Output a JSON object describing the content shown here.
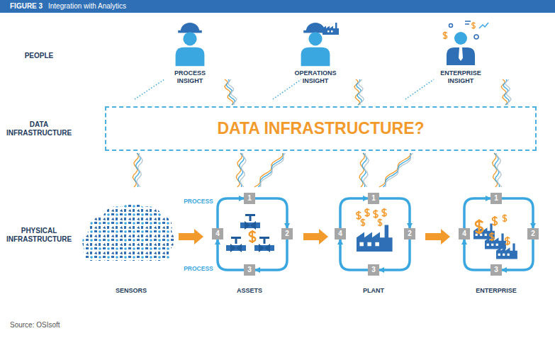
{
  "diagram": {
    "title": "Integration with Analytics",
    "caption": "Source: OSIsoft",
    "nodes": [
      {
        "text": [
          "DATA INFRASTRUCTURE?"
        ]
      },
      {
        "text": [
          "1"
        ]
      },
      {
        "text": [
          "2"
        ]
      },
      {
        "text": [
          "3"
        ]
      },
      {
        "text": [
          "4"
        ]
      },
      {
        "text": [
          "1"
        ]
      },
      {
        "text": [
          "2"
        ]
      },
      {
        "text": [
          "3"
        ]
      },
      {
        "text": [
          "4"
        ]
      },
      {
        "text": [
          "1"
        ]
      },
      {
        "text": [
          "2"
        ]
      },
      {
        "text": [
          "3"
        ]
      },
      {
        "text": [
          "4"
        ]
      }
    ],
    "edges": [
      {
        "from": 1,
        "to": 2,
        "arrow": "to"
      },
      {
        "from": 2,
        "to": 3,
        "arrow": "to"
      },
      {
        "from": 3,
        "to": 4,
        "arrow": "to"
      },
      {
        "from": 4,
        "to": 1,
        "arrow": "to"
      },
      {
        "from": 5,
        "to": 6,
        "arrow": "to"
      },
      {
        "from": 6,
        "to": 7,
        "arrow": "to"
      },
      {
        "from": 7,
        "to": 8,
        "arrow": "to"
      },
      {
        "from": 8,
        "to": 5,
        "arrow": "to"
      },
      {
        "from": 9,
        "to": 10,
        "arrow": "to"
      },
      {
        "from": 10,
        "to": 11,
        "arrow": "to"
      },
      {
        "from": 11,
        "to": 12,
        "arrow": "to"
      },
      {
        "from": 12,
        "to": 9,
        "arrow": "to"
      }
    ],
    "labels": [
      "FIGURE 3",
      "PEOPLE",
      "DATA INFRASTRUCTURE",
      "PHYSICAL INFRASTRUCTURE",
      "PROCESS INSIGHT",
      "OPERATIONS INSIGHT",
      "ENTERPRISE INSIGHT",
      "PROCESS",
      "PROCESS",
      "SENSORS",
      "ASSETS",
      "PLANT",
      "ENTERPRISE"
    ]
  }
}
